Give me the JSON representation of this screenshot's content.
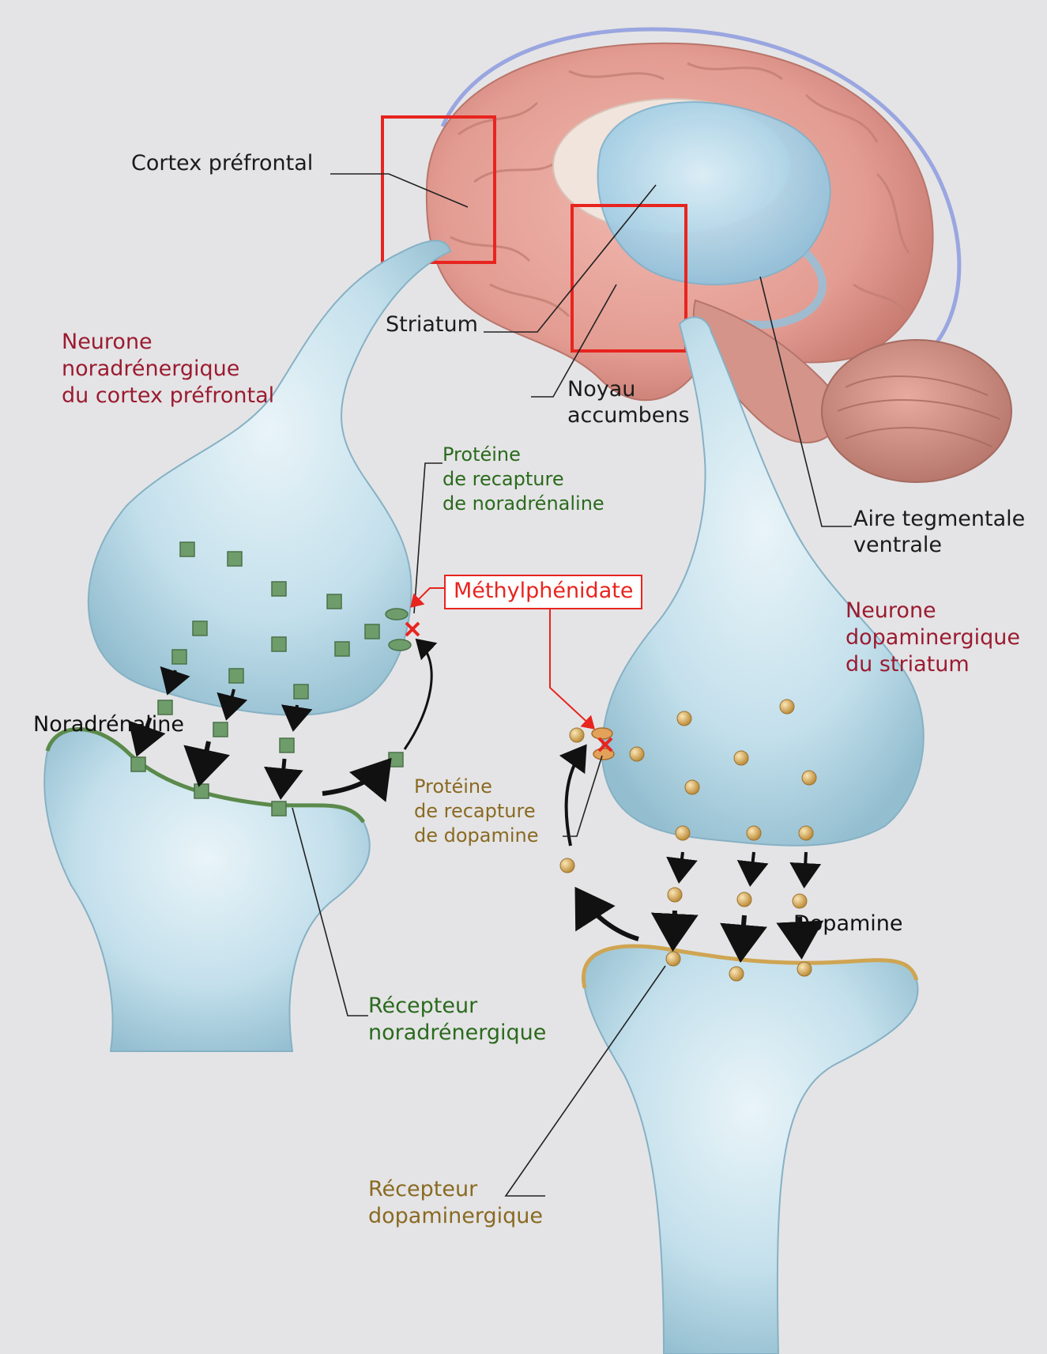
{
  "labels": {
    "cortex_prefrontal": "Cortex préfrontal",
    "striatum": "Striatum",
    "noyau_accumbens": "Noyau\naccumbens",
    "aire_tegmentale": "Aire tegmentale\nventrale",
    "neurone_noradrenergique": "Neurone\nnoradrénergique\ndu cortex préfrontal",
    "neurone_dopaminergique": "Neurone\ndopaminergique\ndu striatum",
    "proteine_recapture_noradrenaline": "Protéine\nde recapture\nde noradrénaline",
    "proteine_recapture_dopamine": "Protéine\nde recapture\nde dopamine",
    "methylphenidate": "Méthylphénidate",
    "noradrenaline": "Noradrénaline",
    "dopamine": "Dopamine",
    "recepteur_noradrenergique": "Récepteur\nnoradrénergique",
    "recepteur_dopaminergique": "Récepteur\ndopaminergique"
  },
  "colors": {
    "background": "#e4e4e6",
    "neuron_fill": "#bcdbe8",
    "neuron_edge": "#8fb6c8",
    "brain_pink": "#e7a79f",
    "brain_dark": "#c98379",
    "striatum_blue": "#a9d3e8",
    "highlight_box": "#e8241f",
    "noradrenaline_green": "#6d9a6a",
    "dopamine_gold": "#d9aa55",
    "title_red": "#9b1b30",
    "label_green": "#2b6a1d",
    "label_brown": "#8a6a22"
  },
  "icons": {
    "blocked_transport": "red-x-icon",
    "flow_arrow": "black-arrow-icon"
  }
}
